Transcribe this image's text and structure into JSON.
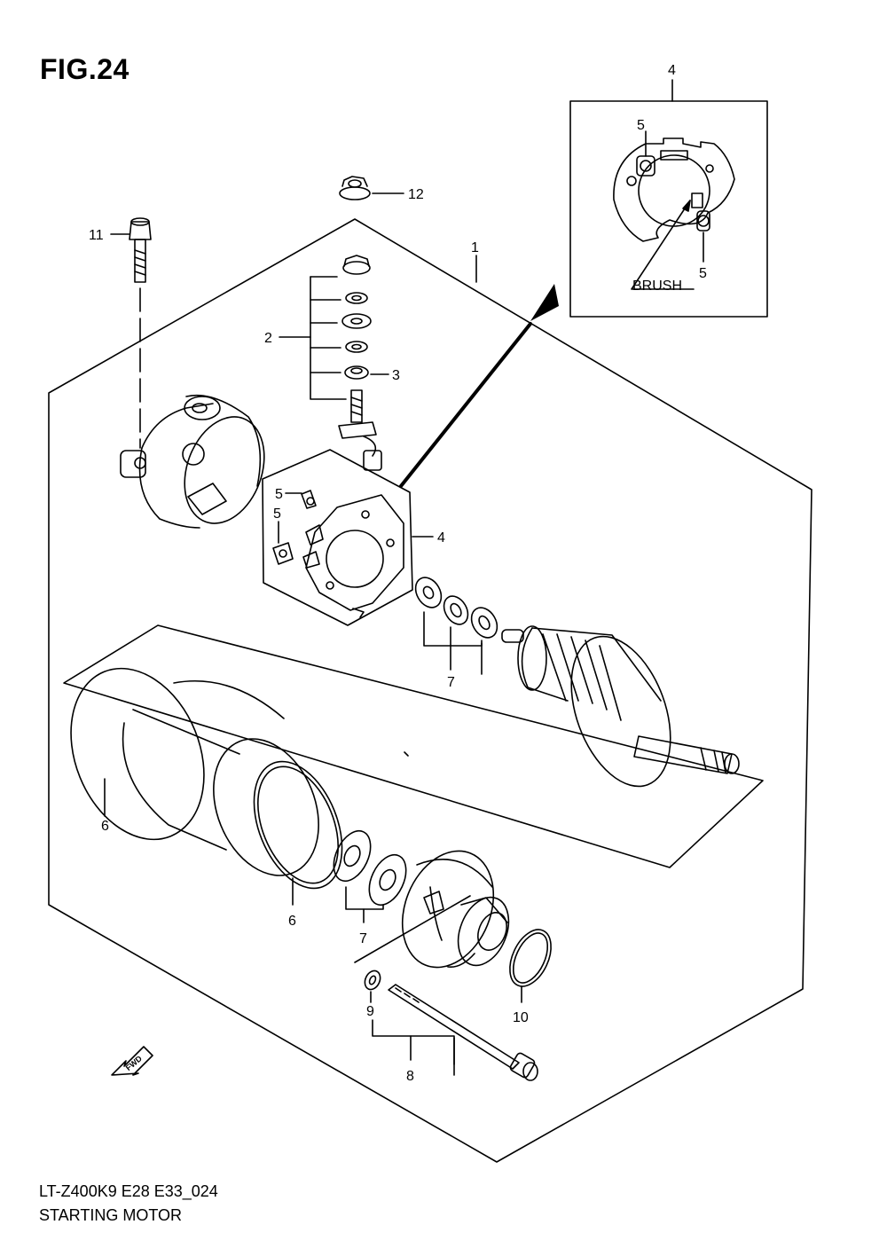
{
  "figure": {
    "title": "FIG.24",
    "model_code": "LT-Z400K9 E28 E33_024",
    "caption": "STARTING MOTOR"
  },
  "callouts": {
    "c1": "1",
    "c2": "2",
    "c3": "3",
    "c4_inset": "4",
    "c4_main": "4",
    "c5_inset_top": "5",
    "c5_inset_bottom": "5",
    "c5_main_top": "5",
    "c5_main_bottom": "5",
    "c6_left": "6",
    "c6_right": "6",
    "c7_upper": "7",
    "c7_lower": "7",
    "c8": "8",
    "c9": "9",
    "c10": "10",
    "c11": "11",
    "c12": "12"
  },
  "inset": {
    "brush_label": "BRUSH"
  },
  "fwd_label": "FWD"
}
